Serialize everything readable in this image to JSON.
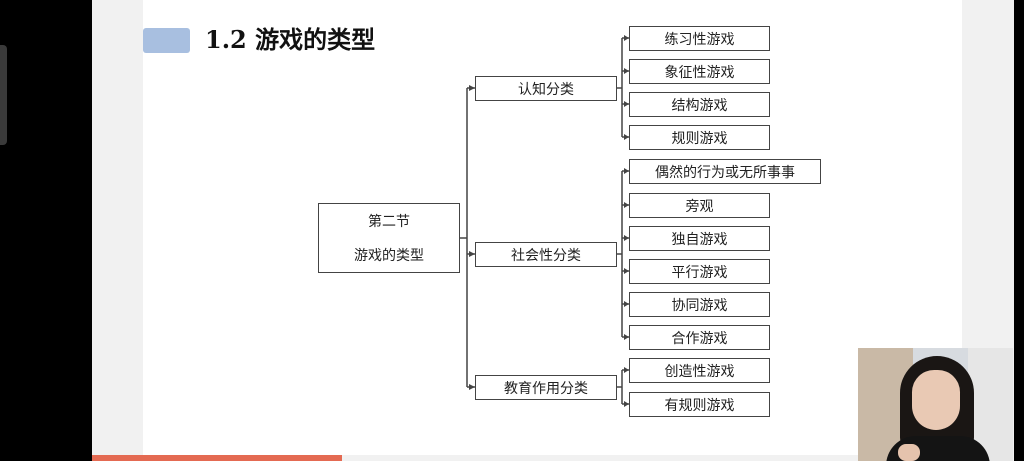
{
  "slide": {
    "title": "1.2   游戏的类型",
    "root": {
      "line1": "第二节",
      "line2": "游戏的类型"
    },
    "categories": [
      {
        "label": "认知分类",
        "items": [
          "练习性游戏",
          "象征性游戏",
          "结构游戏",
          "规则游戏"
        ]
      },
      {
        "label": "社会性分类",
        "items": [
          "偶然的行为或无所事事",
          "旁观",
          "独自游戏",
          "平行游戏",
          "协同游戏",
          "合作游戏"
        ]
      },
      {
        "label": "教育作用分类",
        "items": [
          "创造性游戏",
          "有规则游戏"
        ]
      }
    ]
  },
  "colors": {
    "accent": "#a8bfe0",
    "progress_bar": "#e46a52",
    "line": "#444444"
  }
}
